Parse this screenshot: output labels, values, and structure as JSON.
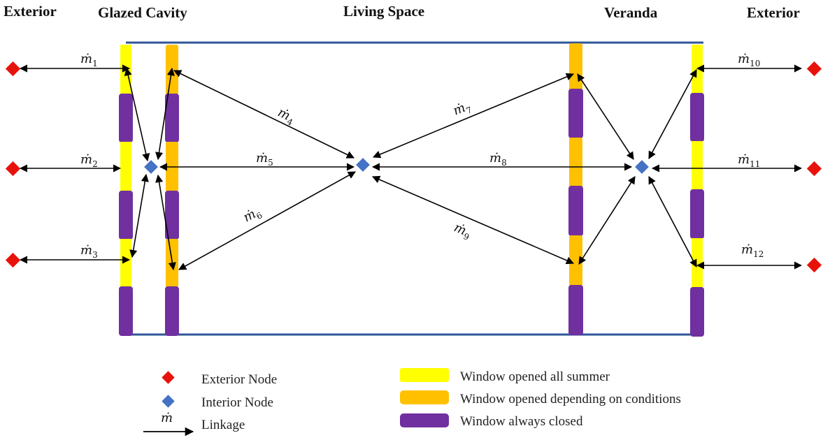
{
  "zones": {
    "exterior_left": "Exterior",
    "glazed_cavity": "Glazed Cavity",
    "living_space": "Living Space",
    "veranda": "Veranda",
    "exterior_right": "Exterior"
  },
  "flows": {
    "symbol": "ṁ",
    "m1": "1",
    "m2": "2",
    "m3": "3",
    "m4": "4",
    "m5": "5",
    "m6": "6",
    "m7": "7",
    "m8": "8",
    "m9": "9",
    "m10": "10",
    "m11": "11",
    "m12": "12"
  },
  "legend": {
    "exterior_node": "Exterior Node",
    "interior_node": "Interior Node",
    "linkage_symbol": "ṁ",
    "linkage": "Linkage",
    "window_open_summer": "Window opened all summer",
    "window_open_conditional": "Window opened depending on conditions",
    "window_closed": "Window always closed"
  },
  "colors": {
    "exterior_node": "#e8120c",
    "interior_node": "#4472c4",
    "window_open_summer": "#ffff00",
    "window_open_conditional": "#ffc000",
    "window_closed": "#7030a0",
    "wall": "#2f5597"
  }
}
